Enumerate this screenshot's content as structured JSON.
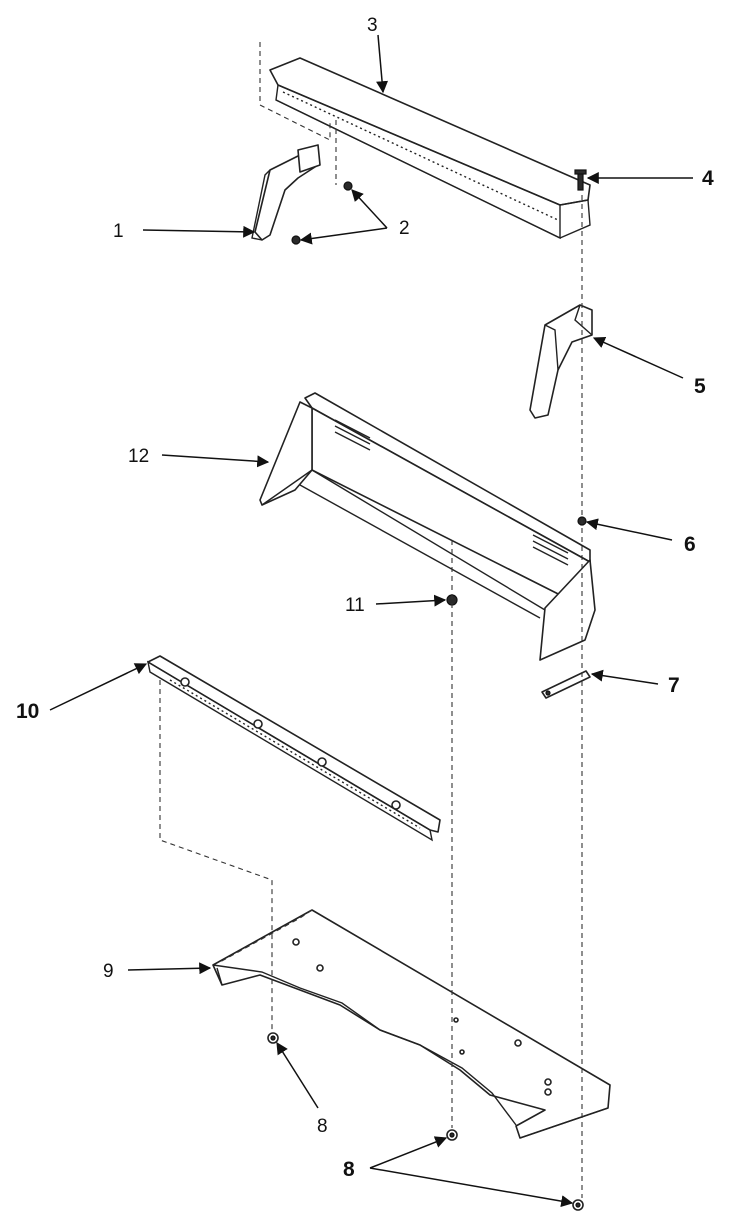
{
  "callouts": [
    {
      "id": "1",
      "text": "1"
    },
    {
      "id": "2",
      "text": "2"
    },
    {
      "id": "3",
      "text": "3"
    },
    {
      "id": "4",
      "text": "4"
    },
    {
      "id": "5",
      "text": "5"
    },
    {
      "id": "6",
      "text": "6"
    },
    {
      "id": "7",
      "text": "7"
    },
    {
      "id": "8a",
      "text": "8"
    },
    {
      "id": "8b",
      "text": "8"
    },
    {
      "id": "9",
      "text": "9"
    },
    {
      "id": "10",
      "text": "10"
    },
    {
      "id": "11",
      "text": "11"
    },
    {
      "id": "12",
      "text": "12"
    }
  ],
  "colors": {
    "line": "#222222",
    "background": "#ffffff"
  }
}
